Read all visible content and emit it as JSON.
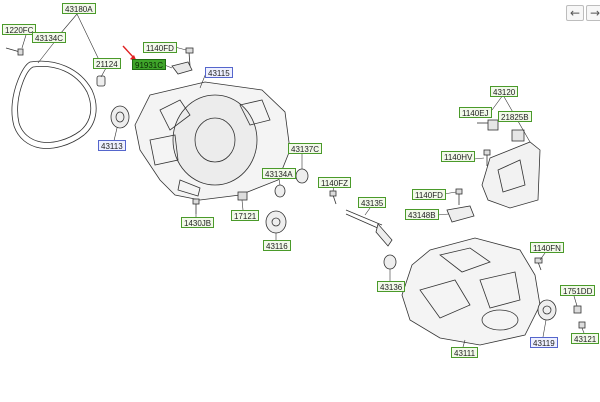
{
  "nav": {
    "back_glyph": "←",
    "forward_glyph": "→"
  },
  "colors": {
    "label_border": "#4a9a2a",
    "label_fill": "#f2f9ea",
    "highlight_fill": "#3fa52a",
    "blue_border": "#5566cc",
    "arrow": "#e02020"
  },
  "labels": {
    "l43180A": "43180A",
    "l1220FC": "1220FC",
    "l43134C": "43134C",
    "l21124": "21124",
    "l1140FD_top": "1140FD",
    "l91931C": "91931C",
    "l43115": "43115",
    "l43113": "43113",
    "l43137C": "43137C",
    "l43134A": "43134A",
    "l1140FZ": "1140FZ",
    "l17121": "17121",
    "l1430JB": "1430JB",
    "l43116": "43116",
    "l43120": "43120",
    "l1140EJ": "1140EJ",
    "l21825B": "21825B",
    "l1140HV": "1140HV",
    "l1140FD_mid": "1140FD",
    "l43135": "43135",
    "l43148B": "43148B",
    "l1140FN": "1140FN",
    "l43136": "43136",
    "l1751DD": "1751DD",
    "l43121": "43121",
    "l43119": "43119",
    "l43111": "43111"
  }
}
